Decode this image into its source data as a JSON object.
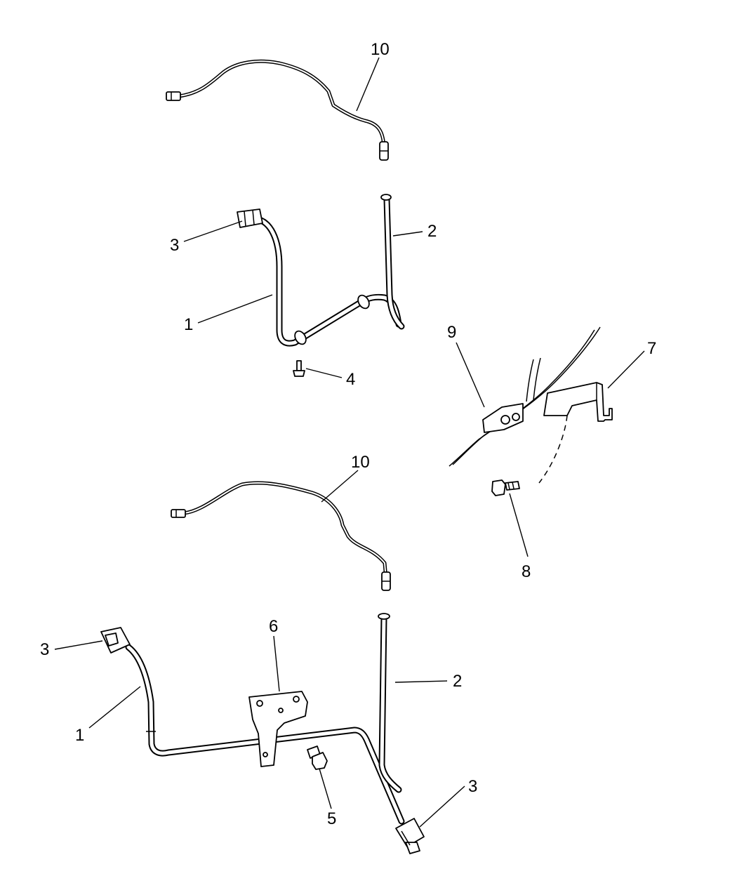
{
  "callouts": {
    "c10_top": "10",
    "c3_top": "3",
    "c2_top": "2",
    "c1_top": "1",
    "c4": "4",
    "c9": "9",
    "c7": "7",
    "c10_mid": "10",
    "c8": "8",
    "c6": "6",
    "c3_left": "3",
    "c2_bottom": "2",
    "c1_bottom": "1",
    "c5": "5",
    "c3_bottom": "3"
  }
}
